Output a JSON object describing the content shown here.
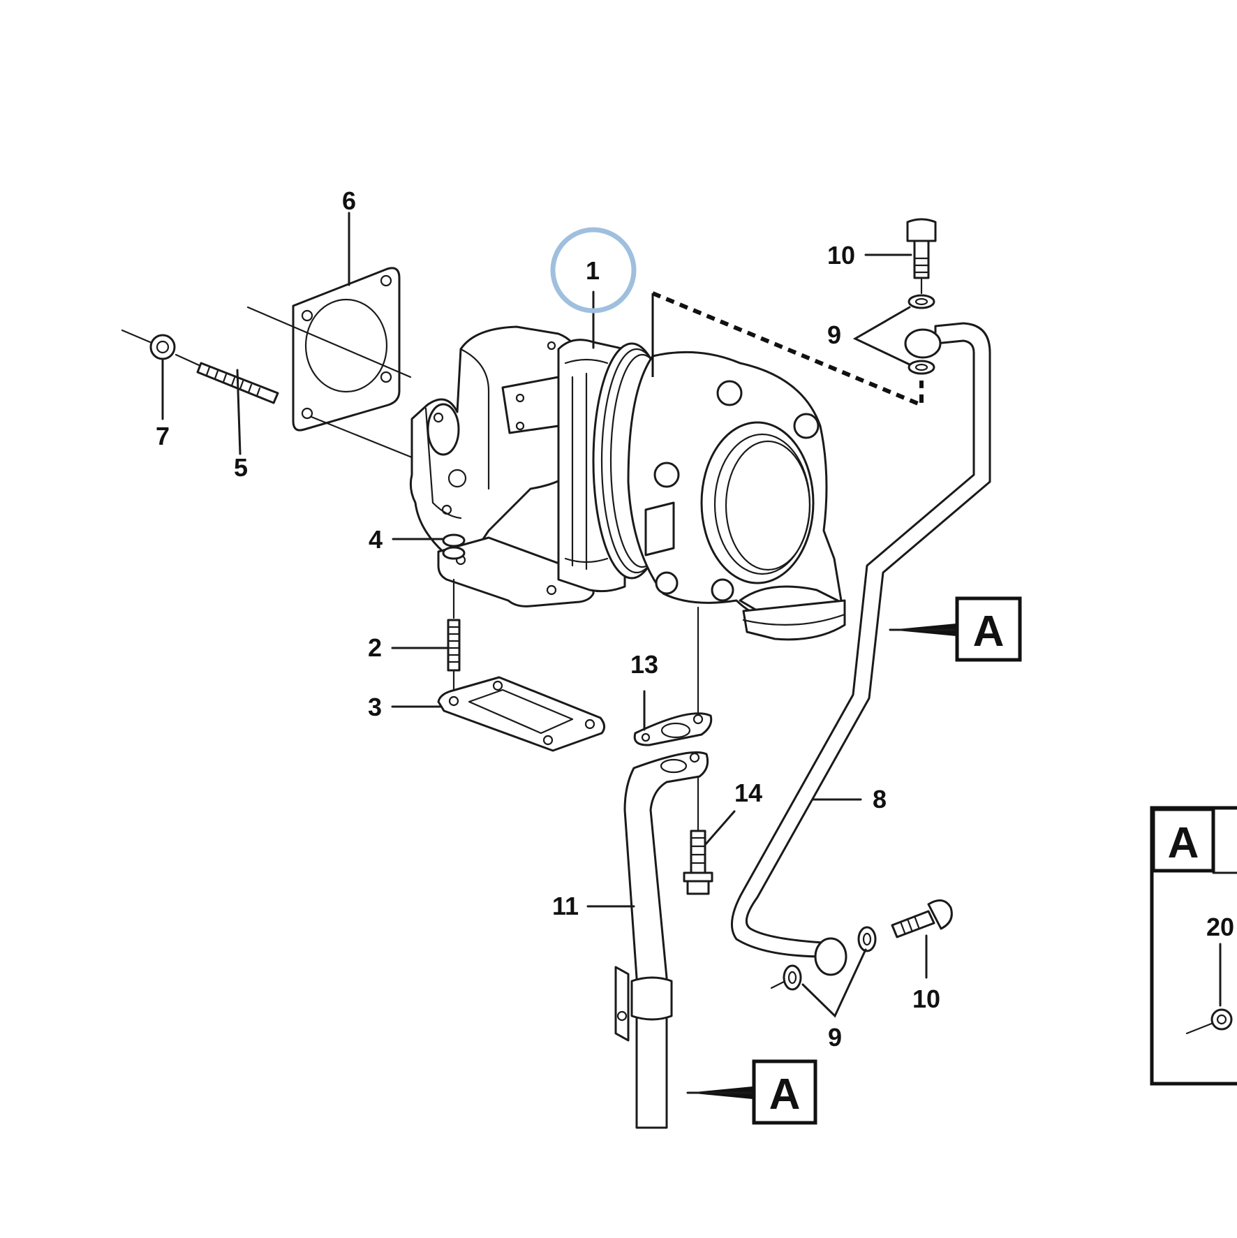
{
  "diagram": {
    "callouts": {
      "c1": "1",
      "c2": "2",
      "c3": "3",
      "c4": "4",
      "c5": "5",
      "c6": "6",
      "c7": "7",
      "c8": "8",
      "c9_top": "9",
      "c9_bottom": "9",
      "c10_top": "10",
      "c10_bottom": "10",
      "c11": "11",
      "c13": "13",
      "c14": "14",
      "c20": "20"
    },
    "references": {
      "ref_a_right": "A",
      "ref_a_bottom": "A",
      "ref_a_detail": "A"
    },
    "highlight_color": "#9fbfde"
  }
}
